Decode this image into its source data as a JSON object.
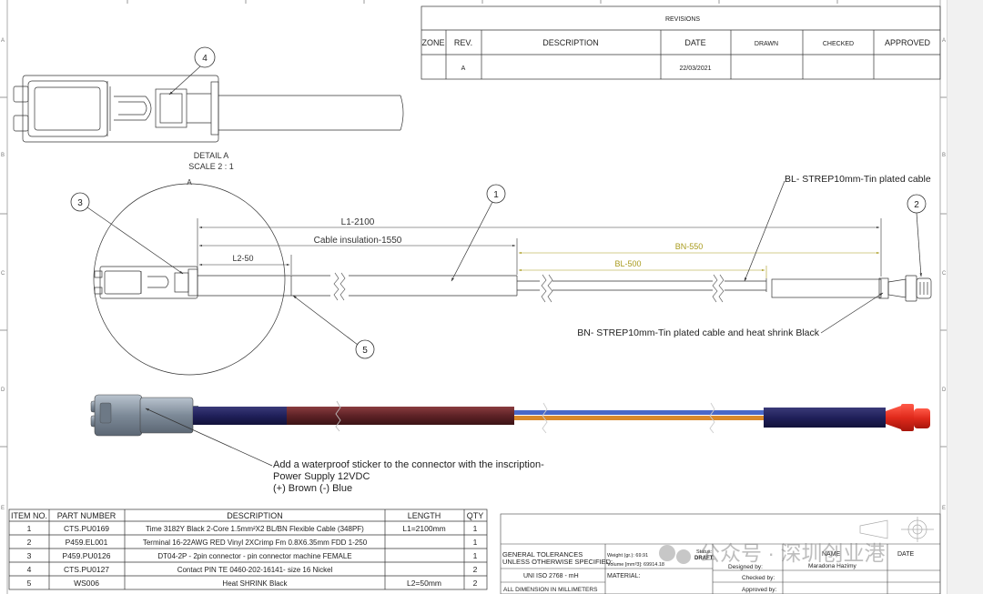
{
  "zone_letters": [
    "A",
    "B",
    "C",
    "D",
    "E"
  ],
  "revisions": {
    "title": "REVISIONS",
    "headers": [
      "ZONE",
      "REV.",
      "DESCRIPTION",
      "DATE",
      "DRAWN",
      "CHECKED",
      "APPROVED"
    ],
    "row": {
      "zone": "",
      "rev": "A",
      "description": "",
      "date": "22/03/2021",
      "drawn": "",
      "checked": "",
      "approved": ""
    }
  },
  "detail": {
    "label": "DETAIL A",
    "scale": "SCALE 2 : 1",
    "circle_label": "A"
  },
  "balloons": [
    "1",
    "2",
    "3",
    "4",
    "5"
  ],
  "dimensions": {
    "total": "L1-2100",
    "insulation": "Cable insulation-1550",
    "strip": "L2-50",
    "brown": "BN-550",
    "blue": "BL-500"
  },
  "callouts": {
    "blue_cable": "BL- STREP10mm-Tin plated cable",
    "brown_cable": "BN- STREP10mm-Tin plated cable and heat shrink Black"
  },
  "note": {
    "line1": "Add a waterproof sticker to the connector with the  inscription-",
    "line2": "Power Supply  12VDC",
    "line3": "(+) Brown   (-) Blue"
  },
  "bom": {
    "headers": [
      "ITEM NO.",
      "PART NUMBER",
      "DESCRIPTION",
      "LENGTH",
      "QTY"
    ],
    "rows": [
      {
        "item": "1",
        "part": "CTS.PU0169",
        "desc": "Time 3182Y Black 2-Core 1.5mm²X2 BL/BN Flexible Cable  (348PF)",
        "length": "L1=2100mm",
        "qty": "1"
      },
      {
        "item": "2",
        "part": "P459.EL001",
        "desc": "Terminal 16-22AWG RED Vinyl  2XCrimp Fm 0.8X6.35mm FDD 1-250",
        "length": "",
        "qty": "1"
      },
      {
        "item": "3",
        "part": "P459.PU0126",
        "desc": "DT04-2P - 2pin connector - pin connector machine FEMALE",
        "length": "",
        "qty": "1"
      },
      {
        "item": "4",
        "part": "CTS.PU0127",
        "desc": "Contact PIN TE 0460-202-16141- size 16 Nickel",
        "length": "",
        "qty": "2"
      },
      {
        "item": "5",
        "part": "WS006",
        "desc": "Heat SHRINK Black",
        "length": "L2=50mm",
        "qty": "2"
      }
    ]
  },
  "title_block": {
    "tol1": "GENERAL TOLERANCES",
    "tol2": "UNLESS OTHERWISE SPECIFIED:",
    "iso": "UNI ISO 2768 - mH",
    "dims": "ALL DIMENSION IN MILLIMETERS",
    "weight": "Weight (gr.):  69.91",
    "volume": "Volume [mm³3]: 69914.18",
    "status_label": "Status:",
    "status_value": "DRAFT",
    "material": "MATERIAL:",
    "name_label": "NAME",
    "date_label": "DATE",
    "designed": "Designed by:",
    "designer": "Maradona Hazimy",
    "checked": "Checked by:",
    "approved": "Approved by:"
  },
  "watermark": "公众号 · 深圳创业港",
  "colors": {
    "brown": "#6b2a2e",
    "navy": "#262660",
    "blue_wire": "#4a68c8",
    "orange_wire": "#d9892c",
    "red": "#e02a1c",
    "dim_olive": "#a89a1c",
    "connector": "#8090a4"
  }
}
